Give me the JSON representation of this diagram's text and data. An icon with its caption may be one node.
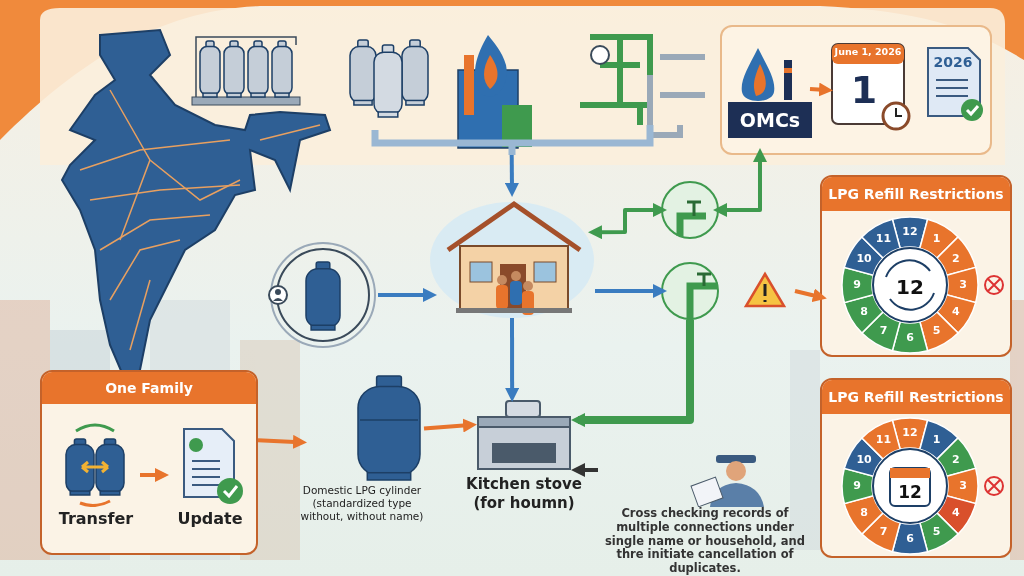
{
  "diagram": {
    "nodes": [
      {
        "text": [],
        "shape": "box"
      },
      {
        "text": [
          "OMCs"
        ],
        "in": 0
      },
      {
        "text": [
          "June 1, 2026",
          "1"
        ],
        "in": 0
      },
      {
        "text": [
          "2026"
        ],
        "in": 0
      },
      {
        "text": [],
        "shape": "picture"
      },
      {
        "text": [],
        "shape": "picture"
      },
      {
        "text": [],
        "shape": "picture"
      },
      {
        "text": [],
        "shape": "circle"
      },
      {
        "text": [],
        "shape": "picture"
      },
      {
        "text": [
          "LPG Refill Restrictions"
        ]
      },
      {
        "text": [
          "One Family"
        ]
      },
      {
        "text": [
          "Transfer"
        ],
        "in": 10
      },
      {
        "text": [
          "Update"
        ],
        "in": 10
      },
      {
        "text": [
          "Domestic LPG cylinder (standardized type without, without name)"
        ]
      },
      {
        "text": [
          "Kitchen stove (for houmn)"
        ]
      },
      {
        "text": [
          "Cross checking records of multiple connections under single name or household, and thre initiate cancellation of duplicates."
        ]
      },
      {
        "text": [
          "LPG Refill Restrictions"
        ]
      }
    ],
    "edges": [
      {
        "from": 4,
        "to": 5,
        "arrow": "to",
        "color": "#3a7cc0"
      },
      {
        "from": 6,
        "to": 5,
        "arrow": "to",
        "color": "#3a7cc0"
      },
      {
        "from": 1,
        "to": 2,
        "arrow": "to"
      },
      {
        "from": 5,
        "to": 7,
        "arrow": "both",
        "color": "#3f9a4e"
      },
      {
        "from": 7,
        "to": 0,
        "arrow": "both",
        "color": "#3f9a4e"
      },
      {
        "from": 5,
        "to": 8,
        "arrow": "to",
        "color": "#3a7cc0"
      },
      {
        "from": 8,
        "to": 9,
        "arrow": "to"
      },
      {
        "from": 5,
        "to": 14,
        "arrow": "to",
        "color": "#3a7cc0"
      },
      {
        "from": 11,
        "to": 12,
        "arrow": "to"
      },
      {
        "from": 10,
        "to": 13,
        "arrow": "to"
      },
      {
        "from": 13,
        "to": 14,
        "arrow": "to"
      },
      {
        "from": 8,
        "to": 14,
        "arrow": "to",
        "style": "thick",
        "color": "#3f9a4e"
      },
      {
        "from": 15,
        "to": 14,
        "arrow": "to",
        "color": "#333333"
      }
    ],
    "labels": [
      "12",
      "1",
      "2",
      "3",
      "4",
      "5",
      "6",
      "7",
      "8",
      "9",
      "10",
      "11",
      "12",
      "12",
      "1",
      "2",
      "3",
      "4",
      "5",
      "6",
      "7",
      "8",
      "9",
      "10",
      "11",
      "12"
    ]
  }
}
